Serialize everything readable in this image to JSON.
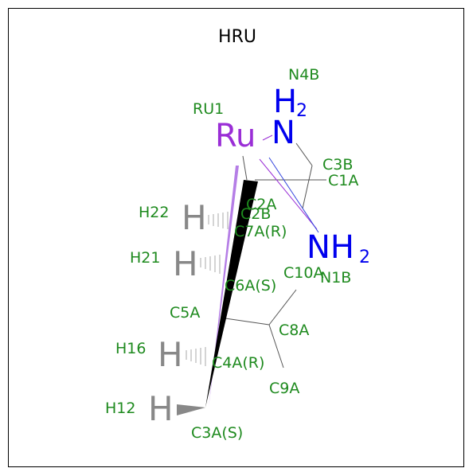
{
  "title": "HRU",
  "atoms": {
    "ru": "Ru",
    "n_top": "N",
    "n_top_h": "H",
    "n_top_sub": "2",
    "nh2_main": "NH",
    "nh2_sub": "2",
    "h22": "H",
    "h21": "H",
    "h16": "H",
    "h12": "H"
  },
  "labels": {
    "n4b": "N4B",
    "ru1": "RU1",
    "c3b": "C3B",
    "c1a": "C1A",
    "c2a": "C2A",
    "c2b": "C2B",
    "h22": "H22",
    "c7a": "C7A(R)",
    "h21": "H21",
    "c10a": "C10A",
    "n1b": "N1B",
    "c6a": "C6A(S)",
    "c5a": "C5A",
    "c8a": "C8A",
    "h16": "H16",
    "c4a": "C4A(R)",
    "c9a": "C9A",
    "h12": "H12",
    "c3a": "C3A(S)"
  },
  "colors": {
    "label": "#1e8a1e",
    "nitrogen": "#0000ee",
    "ruthenium": "#9a2ed6",
    "hydrogen": "#888888",
    "bond": "#555555"
  }
}
